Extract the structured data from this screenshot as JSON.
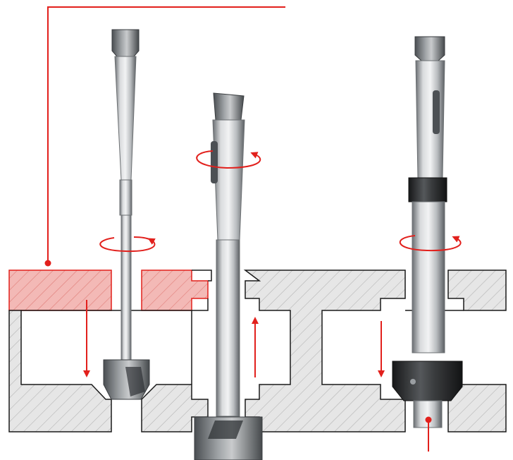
{
  "diagram": {
    "description_label": "",
    "colors": {
      "accent_red": "#e2201c",
      "red_hatch_fill": "#f3b9b6",
      "grey_hatch_fill": "#e6e6e6",
      "section_outline": "#1a1a1a",
      "tool_steel_light": "#d4d6d8",
      "tool_steel_mid": "#9a9ea2",
      "tool_steel_dark": "#5f6366",
      "black_collar": "#2a2c2e"
    },
    "icons": [
      "rotation-arrow-icon",
      "feed-direction-arrow-icon",
      "leader-line-icon"
    ],
    "tools": [
      {
        "id": "left",
        "type": "counterbore-tool",
        "feed": "down"
      },
      {
        "id": "middle",
        "type": "back-spotface-tool",
        "feed": "up"
      },
      {
        "id": "right",
        "type": "counterbore-tool-with-pilot",
        "feed": "down"
      }
    ]
  }
}
